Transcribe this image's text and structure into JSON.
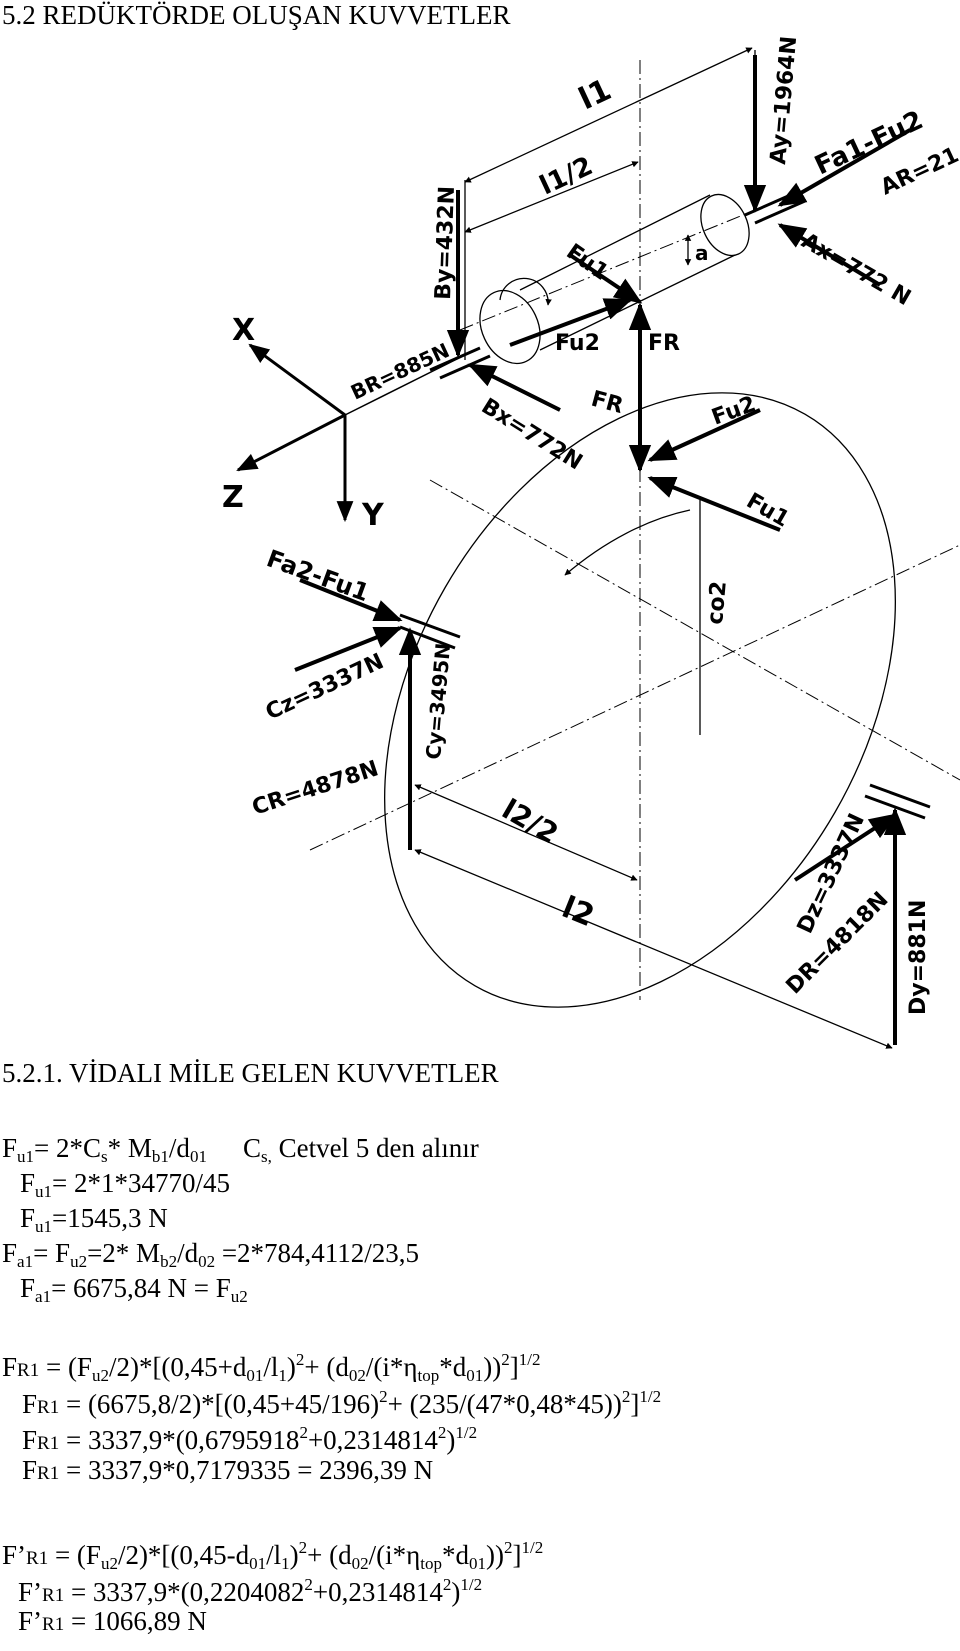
{
  "headings": {
    "main": "5.2 REDÜKTÖRDE OLUŞAN KUVVETLER",
    "sub": "5.2.1. VİDALI MİLE GELEN KUVVETLER"
  },
  "diagram": {
    "axes": {
      "x": "X",
      "y": "Y",
      "z": "Z"
    },
    "lengths": {
      "l1": "l1",
      "l1_half": "l1/2",
      "l2": "l2",
      "l2_half": "l2/2",
      "a": "a",
      "co2": "co2"
    },
    "forces": {
      "ay": "Ay=1964N",
      "ar": "AR=21",
      "ax": "Ax=772 N",
      "fa1_fu2": "Fa1-Fu2",
      "by": "By=432N",
      "br": "BR=885N",
      "bx": "Bx=772N",
      "fu1_a": "Fu1",
      "fu2_a": "Fu2",
      "fr_a": "FR",
      "fr_b": "FR",
      "fu2_b": "Fu2",
      "fu1_b": "Fu1",
      "fa2_fu1": "Fa2-Fu1",
      "cz": "Cz=3337N",
      "cy": "Cy=3495N",
      "cr": "CR=4878N",
      "dz": "Dz=3337N",
      "dr": "DR=4818N",
      "dy": "Dy=881N"
    }
  },
  "text": {
    "l1": {
      "a": "F",
      "b": "u1",
      "c": "= 2*C",
      "d": "s",
      "e": "* M",
      "f": "b1",
      "g": "/d",
      "h": "01",
      "i": "C",
      "j": "s,",
      "k": " Cetvel 5 den alınır"
    },
    "l2": {
      "a": "F",
      "b": "u1",
      "c": "= 2*1*34770/45"
    },
    "l3": {
      "a": "F",
      "b": "u1",
      "c": "=1545,3 N"
    },
    "l4": {
      "a": "F",
      "b": "a1",
      "c": "= F",
      "d": "u2",
      "e": "=2* M",
      "f": "b2",
      "g": "/d",
      "h": "02",
      "i": " =2*784,4112/23,5"
    },
    "l5": {
      "a": "F",
      "b": "a1",
      "c": "= 6675,84 N = F",
      "d": "u2"
    },
    "l6": {
      "a": "F",
      "b": "R1",
      "c": " =  (F",
      "d": "u2",
      "e": "/2)*[(0,45+d",
      "f": "01",
      "g": "/l",
      "h": "1",
      "i": ")",
      "j": "2",
      "k": "+ (d",
      "l": "02",
      "m": "/(i*η",
      "n": "top",
      "o": "*d",
      "p": "01",
      "q": "))",
      "r": "2",
      "s": "]",
      "t": "1/2"
    },
    "l7": {
      "a": "F",
      "b": "R1",
      "c": " =  (6675,8/2)*[(0,45+45/196)",
      "d": "2",
      "e": "+ (235/(47*0,48*45))",
      "f": "2",
      "g": "]",
      "h": "1/2"
    },
    "l8": {
      "a": "F",
      "b": "R1",
      "c": " =  3337,9*(0,6795918",
      "d": "2",
      "e": "+0,2314814",
      "f": "2",
      "g": ")",
      "h": "1/2"
    },
    "l9": {
      "a": "F",
      "b": "R1",
      "c": " =  3337,9*0,7179335 = 2396,39 N"
    },
    "l10": {
      "a": "F’",
      "b": "R1",
      "c": " =  (F",
      "d": "u2",
      "e": "/2)*[(0,45-d",
      "f": "01",
      "g": "/l",
      "h": "1",
      "i": ")",
      "j": "2",
      "k": "+ (d",
      "l": "02",
      "m": "/(i*η",
      "n": "top",
      "o": "*d",
      "p": "01",
      "q": "))",
      "r": "2",
      "s": "]",
      "t": "1/2"
    },
    "l11": {
      "a": "F’",
      "b": "R1",
      "c": " = 3337,9*(0,2204082",
      "d": "2",
      "e": "+0,2314814",
      "f": "2",
      "g": ")",
      "h": "1/2"
    },
    "l12": {
      "a": "F’",
      "b": "R1",
      "c": " = 1066,89 N"
    }
  }
}
